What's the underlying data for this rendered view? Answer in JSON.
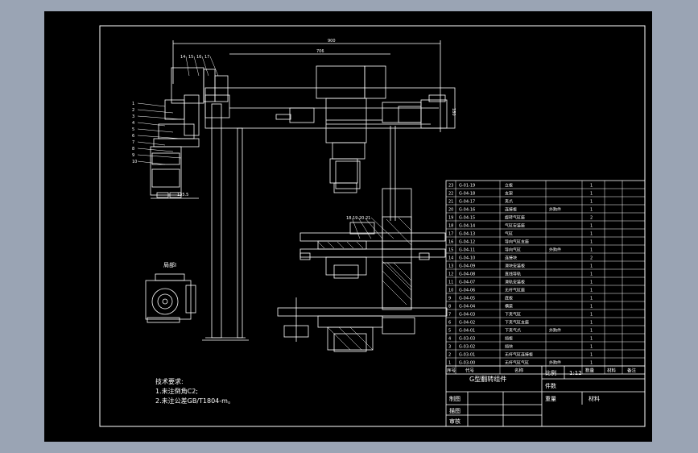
{
  "drawing": {
    "title_block": {
      "name": "G型翻转组件",
      "ratio_label": "比例",
      "ratio_value": "1:12",
      "pieces_label": "件数",
      "weight_label": "重量",
      "material_label": "材料",
      "drawn_label": "制图",
      "traced_label": "描图",
      "checked_label": "审核"
    },
    "tech_requirements": {
      "heading": "技术要求:",
      "items": [
        "1.未注倒角C2;",
        "2.未注公差GB/T1804-m。"
      ]
    },
    "bom_header": {
      "no": "序号",
      "code": "代号",
      "name": "名称",
      "qty": "数量",
      "material": "材料",
      "remark": "备注"
    },
    "bom_rows": [
      {
        "no": "23",
        "code": "G-01-19",
        "name": "立板",
        "remark": "",
        "qty": "1"
      },
      {
        "no": "22",
        "code": "G-04-18",
        "name": "支架",
        "remark": "",
        "qty": "1"
      },
      {
        "no": "21",
        "code": "G-04-17",
        "name": "夹爪",
        "remark": "",
        "qty": "1"
      },
      {
        "no": "20",
        "code": "G-04-16",
        "name": "连接板",
        "remark": "外购件",
        "qty": "1"
      },
      {
        "no": "19",
        "code": "G-04-15",
        "name": "旋转气缸座",
        "remark": "",
        "qty": "2"
      },
      {
        "no": "18",
        "code": "G-04-14",
        "name": "气缸安装座",
        "remark": "",
        "qty": "1"
      },
      {
        "no": "17",
        "code": "G-04-13",
        "name": "气缸",
        "remark": "",
        "qty": "1"
      },
      {
        "no": "16",
        "code": "G-04-12",
        "name": "导向气缸支座",
        "remark": "",
        "qty": "1"
      },
      {
        "no": "15",
        "code": "G-04-11",
        "name": "导向气缸",
        "remark": "外购件",
        "qty": "1"
      },
      {
        "no": "14",
        "code": "G-04-10",
        "name": "连接块",
        "remark": "",
        "qty": "2"
      },
      {
        "no": "13",
        "code": "G-04-09",
        "name": "滑块安装板",
        "remark": "",
        "qty": "1"
      },
      {
        "no": "12",
        "code": "G-04-08",
        "name": "直线导轨",
        "remark": "",
        "qty": "1"
      },
      {
        "no": "11",
        "code": "G-04-07",
        "name": "滑轨安装板",
        "remark": "",
        "qty": "1"
      },
      {
        "no": "10",
        "code": "G-04-06",
        "name": "无杆气缸座",
        "remark": "",
        "qty": "1"
      },
      {
        "no": "9",
        "code": "G-04-05",
        "name": "底板",
        "remark": "",
        "qty": "1"
      },
      {
        "no": "8",
        "code": "G-04-04",
        "name": "横梁",
        "remark": "",
        "qty": "1"
      },
      {
        "no": "7",
        "code": "G-04-03",
        "name": "下夹气缸",
        "remark": "",
        "qty": "1"
      },
      {
        "no": "6",
        "code": "G-04-02",
        "name": "下夹气缸支座",
        "remark": "",
        "qty": "1"
      },
      {
        "no": "5",
        "code": "G-04-01",
        "name": "下夹气爪",
        "remark": "外购件",
        "qty": "1"
      },
      {
        "no": "4",
        "code": "G-03-03",
        "name": "挡板",
        "remark": "",
        "qty": "1"
      },
      {
        "no": "3",
        "code": "G-03-02",
        "name": "挡块",
        "remark": "",
        "qty": "1"
      },
      {
        "no": "2",
        "code": "G-03-01",
        "name": "无杆气缸连接板",
        "remark": "",
        "qty": "1"
      },
      {
        "no": "1",
        "code": "G-03-00",
        "name": "无杆气缸气缸",
        "remark": "外购件",
        "qty": "1"
      }
    ],
    "dimensions": {
      "overall_width": "900",
      "inner_width": "706",
      "base_width": "135.5",
      "side_height": "180"
    },
    "view_label": "局部I",
    "balloons_left": [
      "1",
      "2",
      "3",
      "4",
      "5",
      "6",
      "7",
      "8",
      "9",
      "10"
    ],
    "balloons_top": [
      "14",
      "15",
      "16",
      "17"
    ],
    "balloons_mid": [
      "18",
      "19",
      "20",
      "21"
    ]
  }
}
